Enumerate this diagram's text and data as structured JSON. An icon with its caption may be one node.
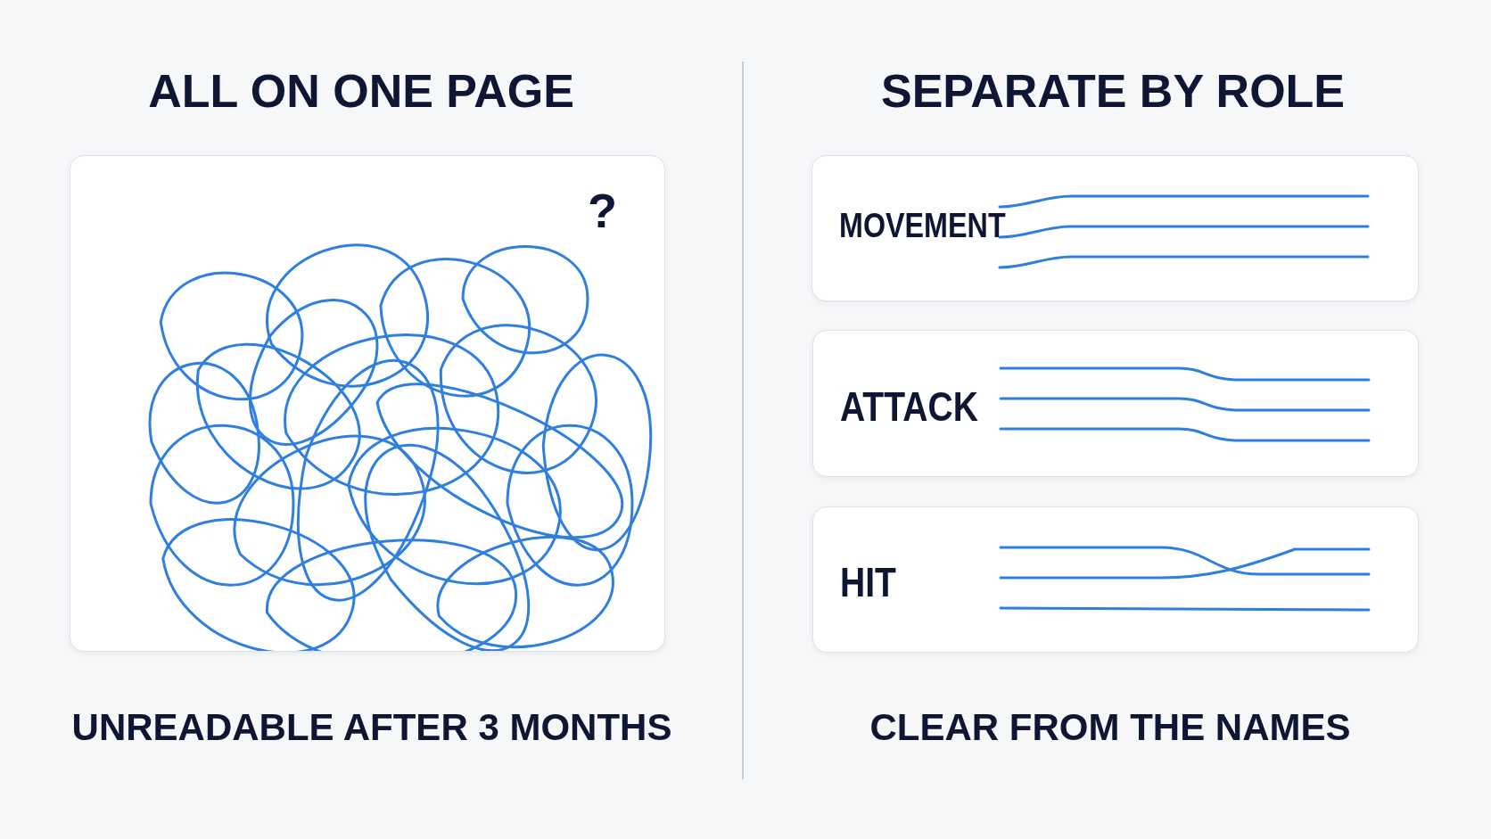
{
  "diagram": {
    "nodes": [
      {
        "text": [
          "?"
        ]
      },
      {
        "text": [
          "MOVEMENT"
        ]
      },
      {
        "text": [
          "ATTACK"
        ]
      },
      {
        "text": [
          "HIT"
        ]
      }
    ],
    "edges": [],
    "labels": [
      "ALL ON ONE PAGE",
      "SEPARATE BY ROLE",
      "UNREADABLE AFTER 3 MONTHS",
      "CLEAR FROM THE NAMES"
    ]
  }
}
